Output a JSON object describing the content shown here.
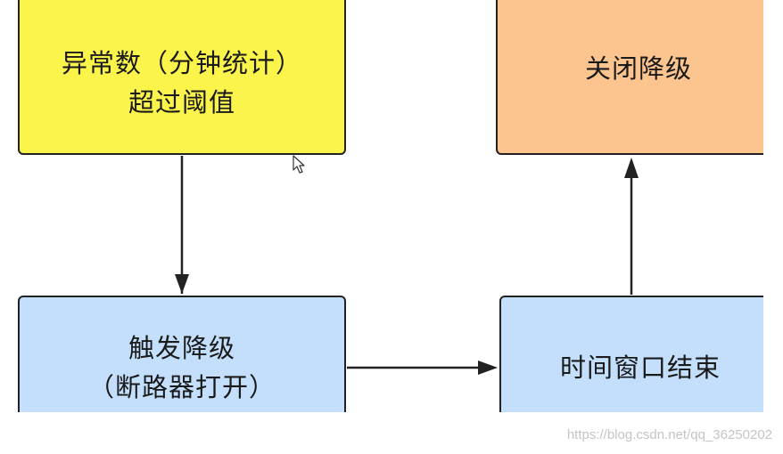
{
  "nodes": {
    "anomaly": {
      "label": "异常数（分钟统计）\n超过阈值",
      "fill": "#fbf44b"
    },
    "trigger": {
      "label": "触发降级\n（断路器打开）",
      "fill": "#c3dffc"
    },
    "window_end": {
      "label": "时间窗口结束",
      "fill": "#c3dffc"
    },
    "close": {
      "label": "关闭降级",
      "fill": "#fcc48e"
    }
  },
  "edge_color": "#222222",
  "watermark": "https://blog.csdn.net/qq_36250202"
}
